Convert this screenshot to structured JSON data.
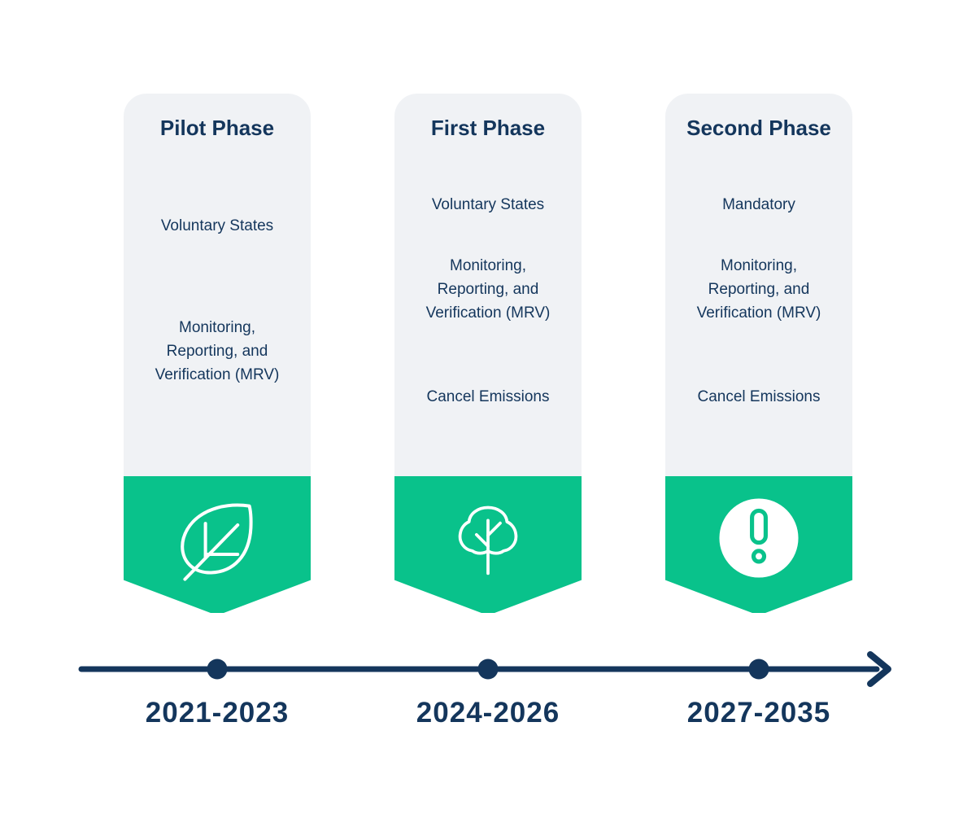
{
  "colors": {
    "navy": "#14365C",
    "green": "#09C28B",
    "card_bg": "#F0F2F5",
    "white": "#FFFFFF"
  },
  "phases": [
    {
      "title": "Pilot Phase",
      "items": {
        "a": "Voluntary States",
        "b": "Monitoring, Reporting, and Verification (MRV)"
      },
      "icon": "leaf-icon",
      "years": "2021-2023"
    },
    {
      "title": "First Phase",
      "items": {
        "a": "Voluntary States",
        "b": "Monitoring, Reporting, and Verification (MRV)",
        "c": "Cancel Emissions"
      },
      "icon": "tree-icon",
      "years": "2024-2026"
    },
    {
      "title": "Second Phase",
      "items": {
        "a": "Mandatory",
        "b": "Monitoring, Reporting, and Verification (MRV)",
        "c": "Cancel Emissions"
      },
      "icon": "alert-icon",
      "years": "2027-2035"
    }
  ],
  "timeline": {
    "direction": "left-to-right",
    "marker_count": 3
  }
}
